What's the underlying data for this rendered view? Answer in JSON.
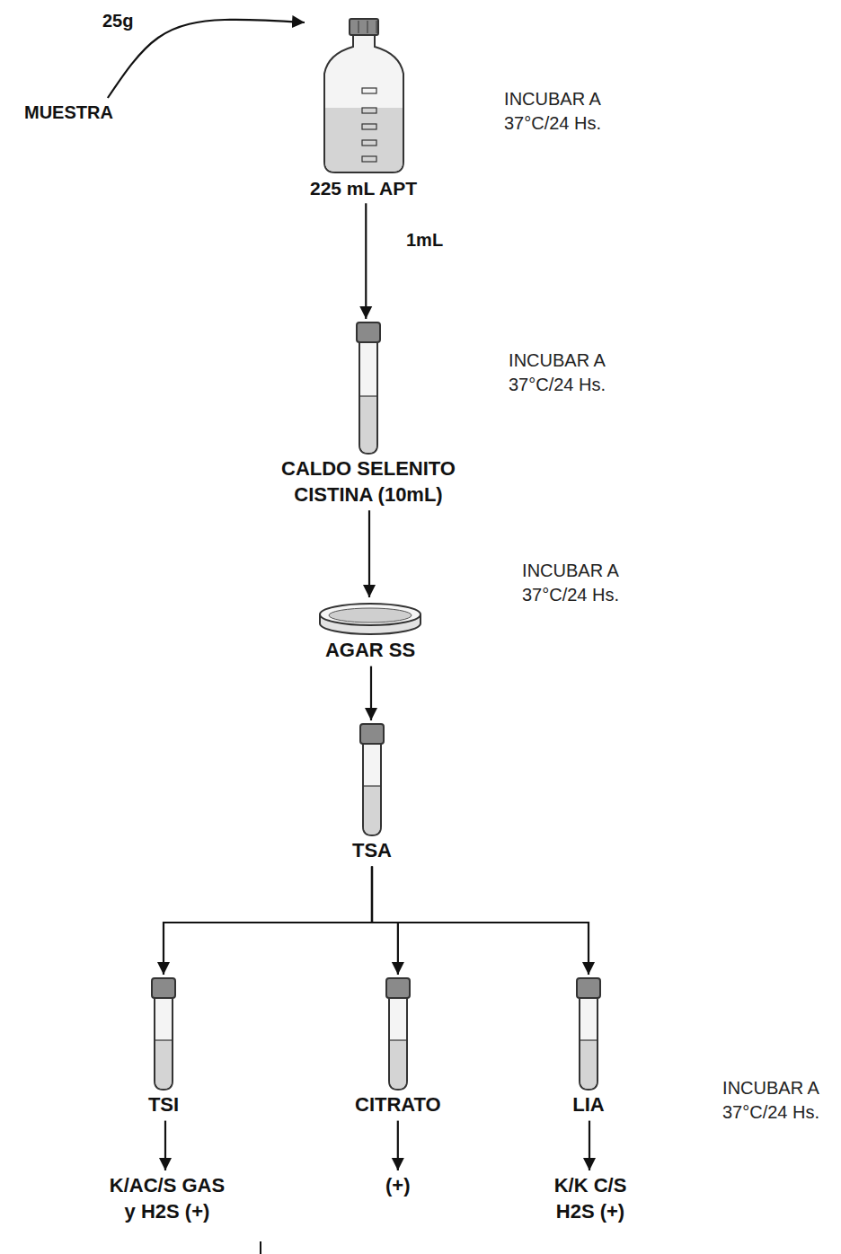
{
  "diagram": {
    "nodes": [
      {
        "text": [
          "MUESTRA"
        ]
      },
      {
        "text": [
          "225 mL APT"
        ]
      },
      {
        "text": [
          "CALDO SELENITO CISTINA (10mL)"
        ]
      },
      {
        "text": [
          "AGAR SS"
        ]
      },
      {
        "text": [
          "TSA"
        ]
      },
      {
        "text": [
          "TSI"
        ]
      },
      {
        "text": [
          "CITRATO"
        ]
      },
      {
        "text": [
          "LIA"
        ]
      },
      {
        "text": [
          "K/AC/S GAS y H2S (+)"
        ]
      },
      {
        "text": [
          "(+)"
        ]
      },
      {
        "text": [
          "K/K C/S H2S (+)"
        ]
      }
    ],
    "edges": [
      {
        "from": 0,
        "to": 1,
        "label": "25g",
        "arrow": "to"
      },
      {
        "from": 1,
        "to": 2,
        "label": "1mL",
        "arrow": "to"
      },
      {
        "from": 2,
        "to": 3,
        "arrow": "to"
      },
      {
        "from": 3,
        "to": 4,
        "arrow": "to"
      },
      {
        "from": 4,
        "to": 5,
        "arrow": "to"
      },
      {
        "from": 4,
        "to": 6,
        "arrow": "to"
      },
      {
        "from": 4,
        "to": 7,
        "arrow": "to"
      },
      {
        "from": 5,
        "to": 8,
        "arrow": "to"
      },
      {
        "from": 6,
        "to": 9,
        "arrow": "to"
      },
      {
        "from": 7,
        "to": 10,
        "arrow": "to"
      }
    ],
    "labels": [
      "INCUBAR A 37°C/24 Hs.",
      "INCUBAR A 37°C/24 Hs.",
      "INCUBAR A 37°C/24 Hs.",
      "INCUBAR A 37°C/24 Hs."
    ]
  }
}
